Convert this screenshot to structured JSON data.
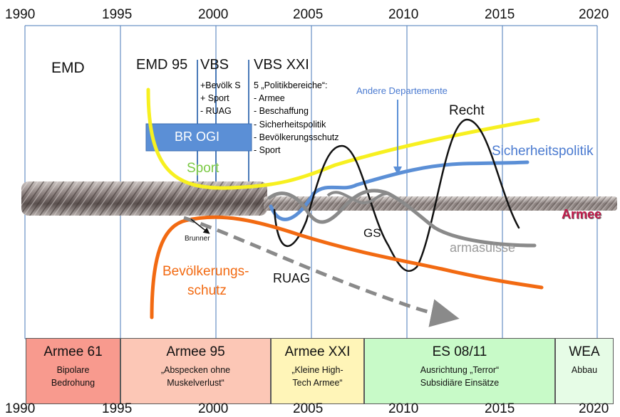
{
  "years_top": [
    "1990",
    "1995",
    "2000",
    "2005",
    "2010",
    "2015",
    "2020"
  ],
  "years_bottom": [
    "1990",
    "1995",
    "2000",
    "2005",
    "2010",
    "2015",
    "2020"
  ],
  "labels": {
    "emd": "EMD",
    "emd95": "EMD 95",
    "vbs": "VBS",
    "vbs21": "VBS XXI",
    "br_ogi": "BR OGI",
    "sport": "Sport",
    "andere": "Andere Departemente",
    "recht": "Recht",
    "sicherheitspolitik": "Sicherheitspolitik",
    "armee": "Armee",
    "gs": "GS",
    "armasuisse": "armasuisse",
    "ruag": "RUAG",
    "brunner": "Brunner",
    "bev1": "Bevölkerungs-",
    "bev2": "schutz"
  },
  "vbs_additions": [
    "+Bevölk S",
    "+ Sport",
    "- RUAG"
  ],
  "vbs21_areas": [
    "5 „Politikbereiche“:",
    "- Armee",
    "- Beschaffung",
    "- Sicherheitspolitik",
    "- Bevölkerungsschutz",
    "- Sport"
  ],
  "eras": [
    {
      "name": "Armee 61",
      "desc1": "Bipolare",
      "desc2": "Bedrohung",
      "color": "#f89a8e"
    },
    {
      "name": "Armee 95",
      "desc1": "„Abspecken ohne",
      "desc2": "Muskelverlust“",
      "color": "#fcc7b6"
    },
    {
      "name": "Armee XXI",
      "desc1": "„Kleine High-",
      "desc2": "Tech Armee“",
      "color": "#fff5b8"
    },
    {
      "name": "ES 08/11",
      "desc1": "Ausrichtung „Terror“",
      "desc2": "Subsidiäre Einsätze",
      "color": "#c8fac8"
    },
    {
      "name": "WEA",
      "desc1": "Abbau",
      "desc2": "",
      "color": "#e6fce6"
    }
  ],
  "colors": {
    "sport_line": "#f7f020",
    "sicherheitspolitik_line": "#5b8fd6",
    "bev_line": "#f26a12",
    "recht_line": "#111111",
    "armasuisse_line": "#8a8a8a",
    "armee_text": "#c01a4a",
    "grid": "#4a7ab8",
    "rope": "#7a6e6c"
  }
}
